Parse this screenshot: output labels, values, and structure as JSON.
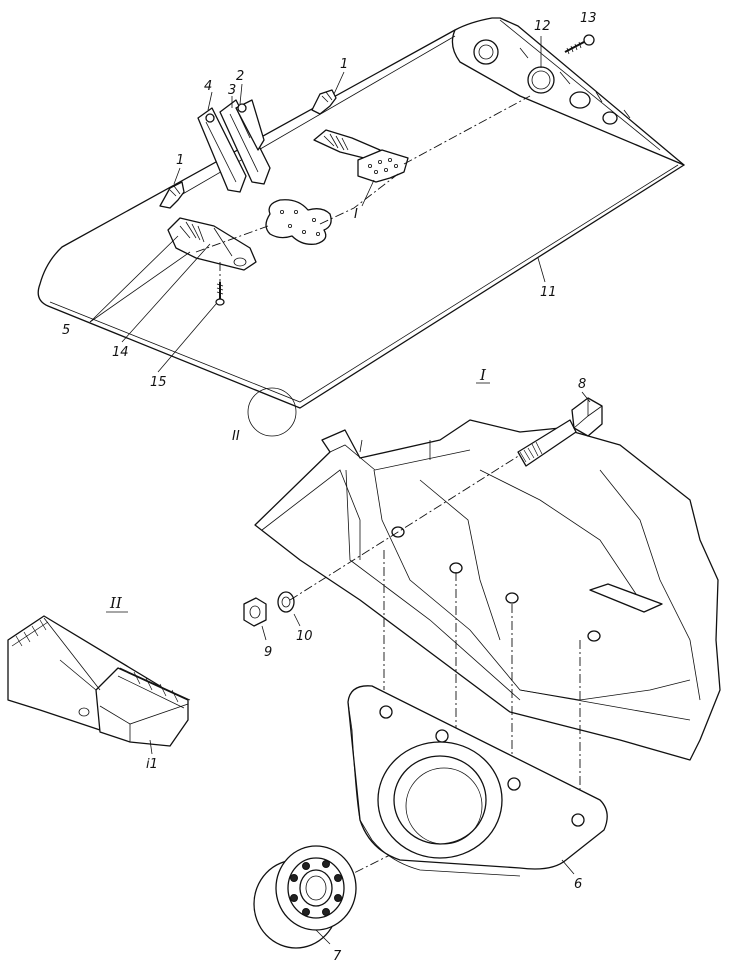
{
  "labels": {
    "p1a": "1",
    "p1b": "1",
    "p2": "2",
    "p3": "3",
    "p4": "4",
    "p5": "5",
    "p6": "6",
    "p7": "7",
    "p8": "8",
    "p9": "9",
    "p10": "10",
    "p11a": "11",
    "p11b": "i1",
    "p12": "12",
    "p13": "13",
    "p14": "14",
    "p15": "15",
    "viewI_small": "I",
    "viewI_title": "I",
    "viewII_circle": "II",
    "viewII_title": "II"
  }
}
